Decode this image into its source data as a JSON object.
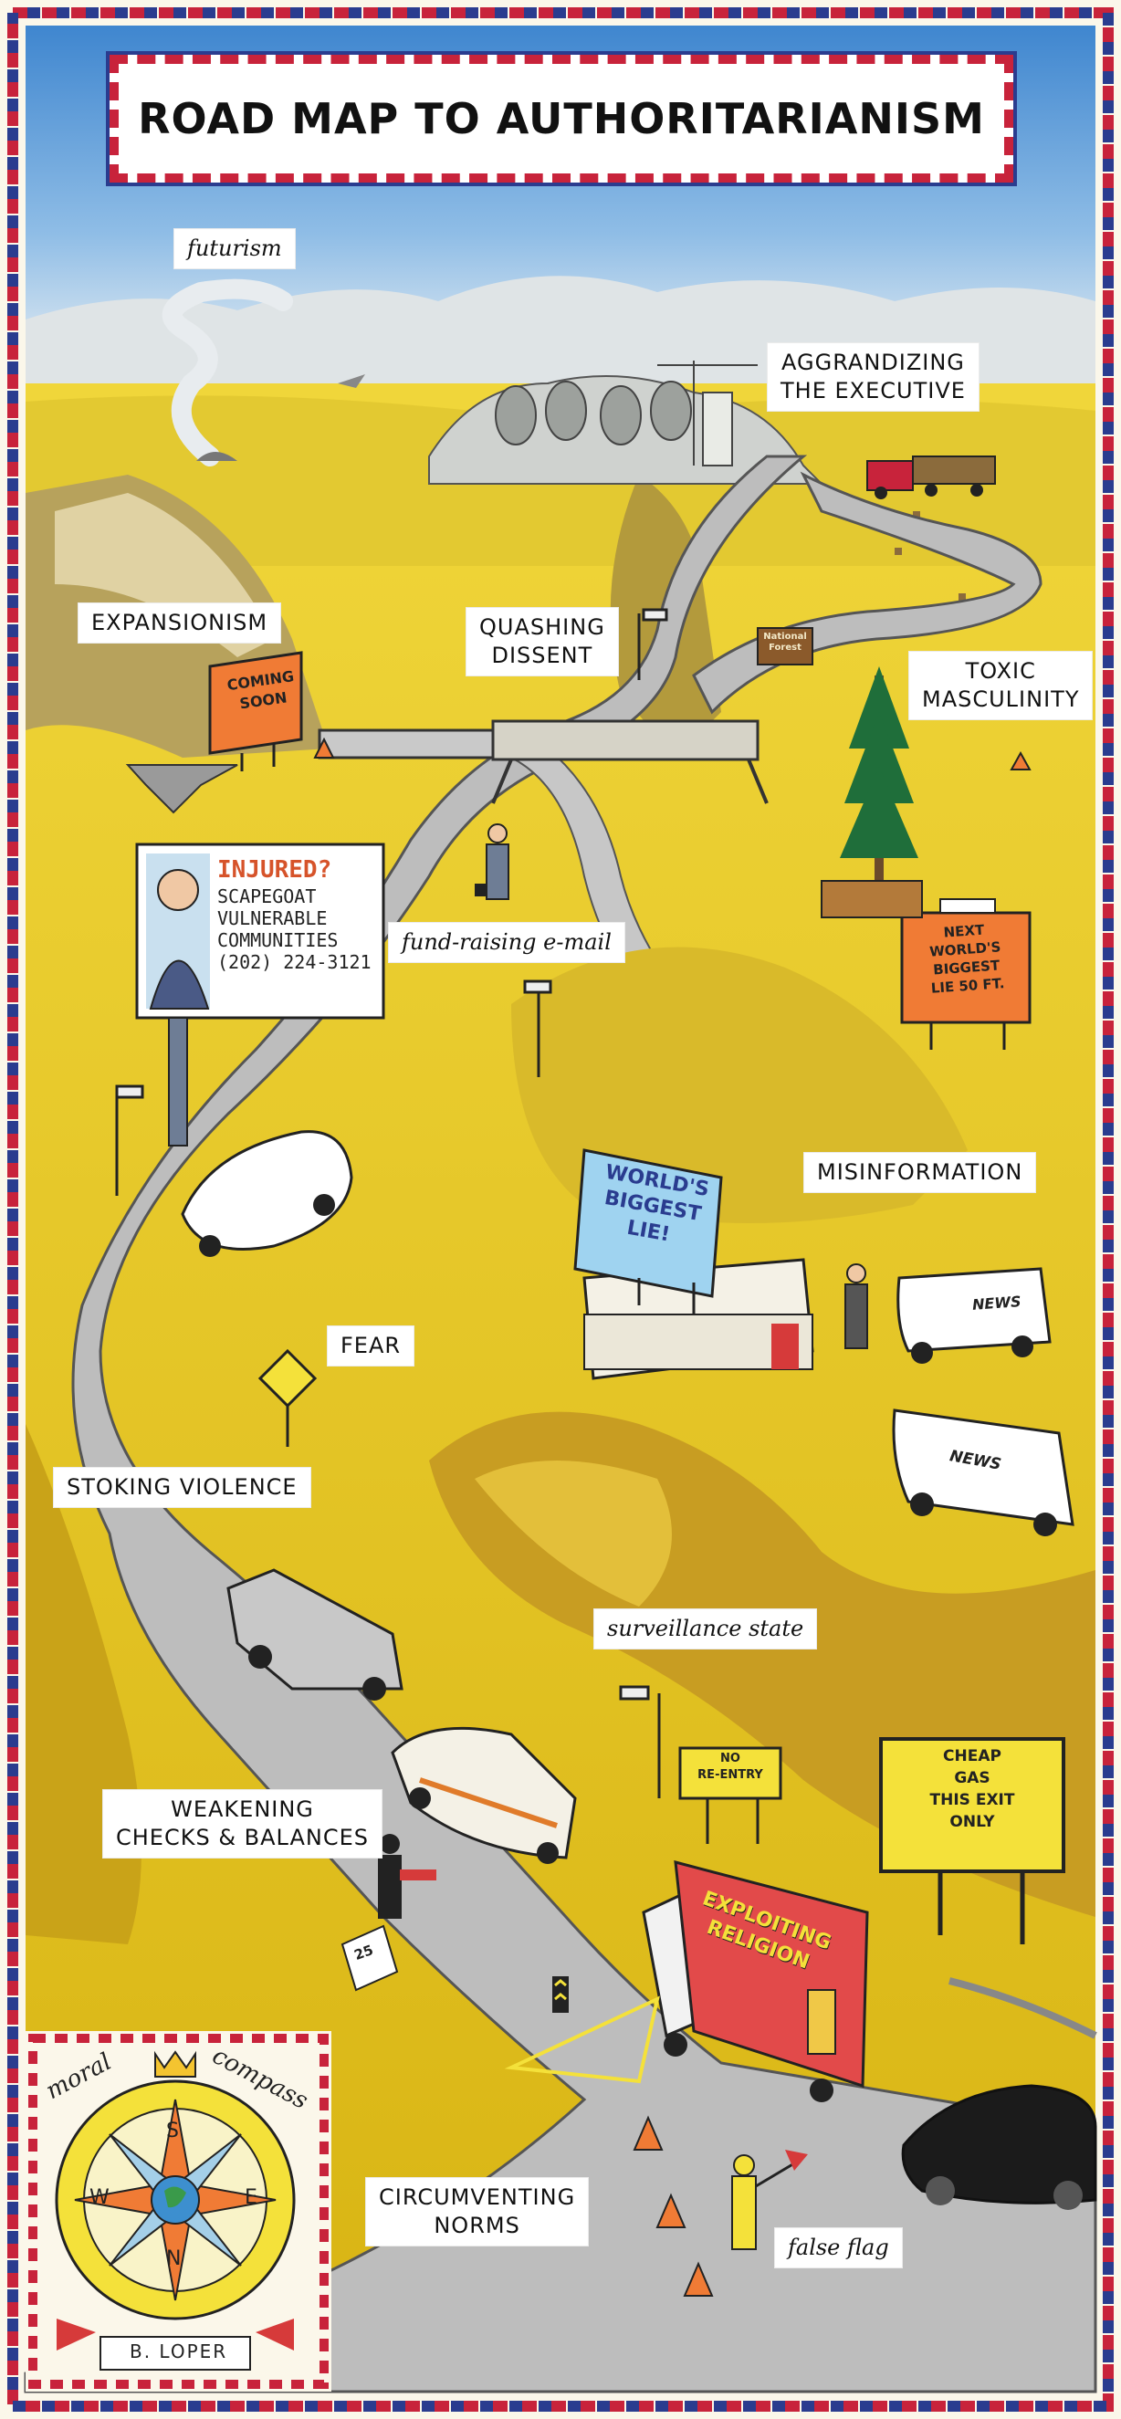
{
  "title": "ROAD MAP TO AUTHORITARIANISM",
  "labels": {
    "futurism": "futurism",
    "aggrandizing": "AGGRANDIZING\nTHE EXECUTIVE",
    "expansionism": "EXPANSIONISM",
    "quashing": "QUASHING\nDISSENT",
    "toxic": "TOXIC\nMASCULINITY",
    "fundraising": "fund-raising e-mail",
    "misinformation": "MISINFORMATION",
    "fear": "FEAR",
    "stoking": "STOKING VIOLENCE",
    "surveillance": "surveillance state",
    "weakening": "WEAKENING\nCHECKS & BALANCES",
    "circumventing": "CIRCUMVENTING\nNORMS",
    "false_flag": "false flag"
  },
  "signs": {
    "coming_soon": "COMING\nSOON",
    "billboard_headline": "INJURED?",
    "billboard_body": "SCAPEGOAT\nVULNERABLE\nCOMMUNITIES\n(202) 224-3121",
    "national_forest": "National\nForest",
    "next_lie": "NEXT\nWORLD'S\nBIGGEST\nLIE 50 FT.",
    "worlds_biggest": "WORLD'S\nBIGGEST\nLIE!",
    "news": "NEWS",
    "no_reentry": "NO\nRE-ENTRY",
    "cheap_gas": "CHEAP\nGAS\nTHIS  EXIT\nONLY",
    "exploiting": "EXPLOITING\nRELIGION",
    "money_sign": "25"
  },
  "compass": {
    "moral": "moral",
    "compass": "compass",
    "artist": "B. LOPER",
    "directions": [
      "S",
      "W",
      "E",
      "N"
    ]
  },
  "colors": {
    "sky": "#4a8fd0",
    "land_yellow": "#e9d21e",
    "road_gray": "#b9b9b9",
    "border_red": "#c8233b",
    "border_blue": "#2a3c8f"
  }
}
